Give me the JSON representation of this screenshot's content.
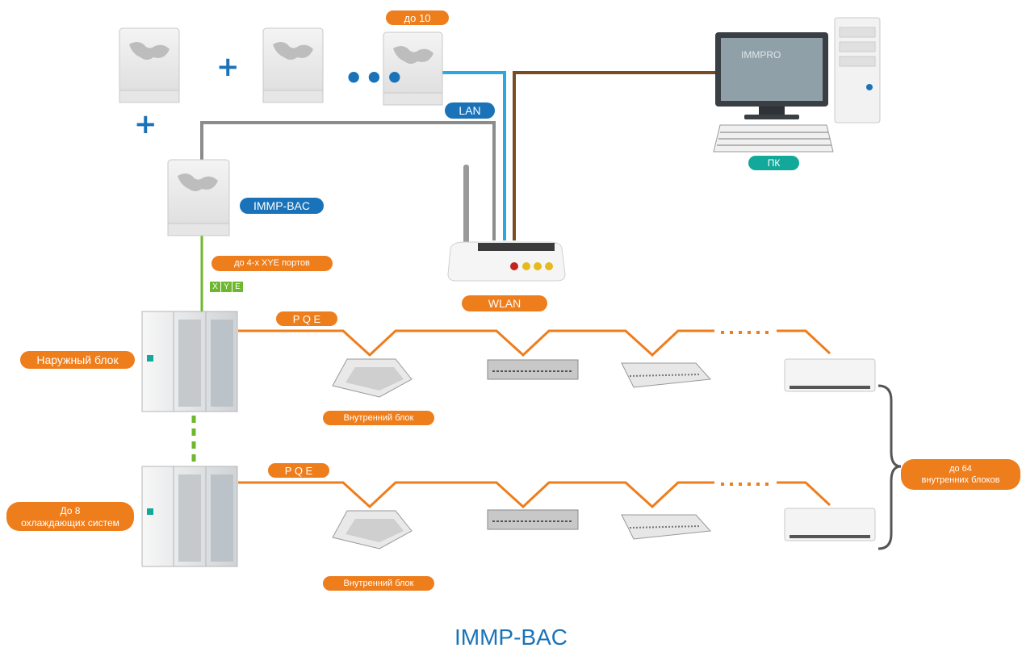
{
  "labels": {
    "upto10": "до 10",
    "lan": "LAN",
    "pc": "ПК",
    "immp_bac": "IMMP-BAC",
    "xye_ports": "до 4-х XYE портов",
    "xye_tag": [
      "X",
      "Y",
      "E"
    ],
    "wlan": "WLAN",
    "pqe_1": "P Q E",
    "pqe_2": "P Q E",
    "outdoor_unit": "Наружный блок",
    "indoor_unit_1": "Внутренний блок",
    "indoor_unit_2": "Внутренний блок",
    "upto8_line1": "До 8",
    "upto8_line2": "охлаждающих систем",
    "upto64_line1": "до 64",
    "upto64_line2": "внутренних блоков",
    "plus": "+",
    "ellipsis": "•••",
    "screen_brand": "IMMPRO"
  },
  "footer": {
    "title": "IMMP-BAC"
  },
  "colors": {
    "orange": "#ee7d1c",
    "blue": "#1a73b8",
    "teal": "#12a89a",
    "green": "#6fb72e",
    "lan_cable": "#29a9e0",
    "pc_cable": "#7a4a22",
    "gray_cable": "#8c8c8c",
    "bracket": "#555555"
  }
}
